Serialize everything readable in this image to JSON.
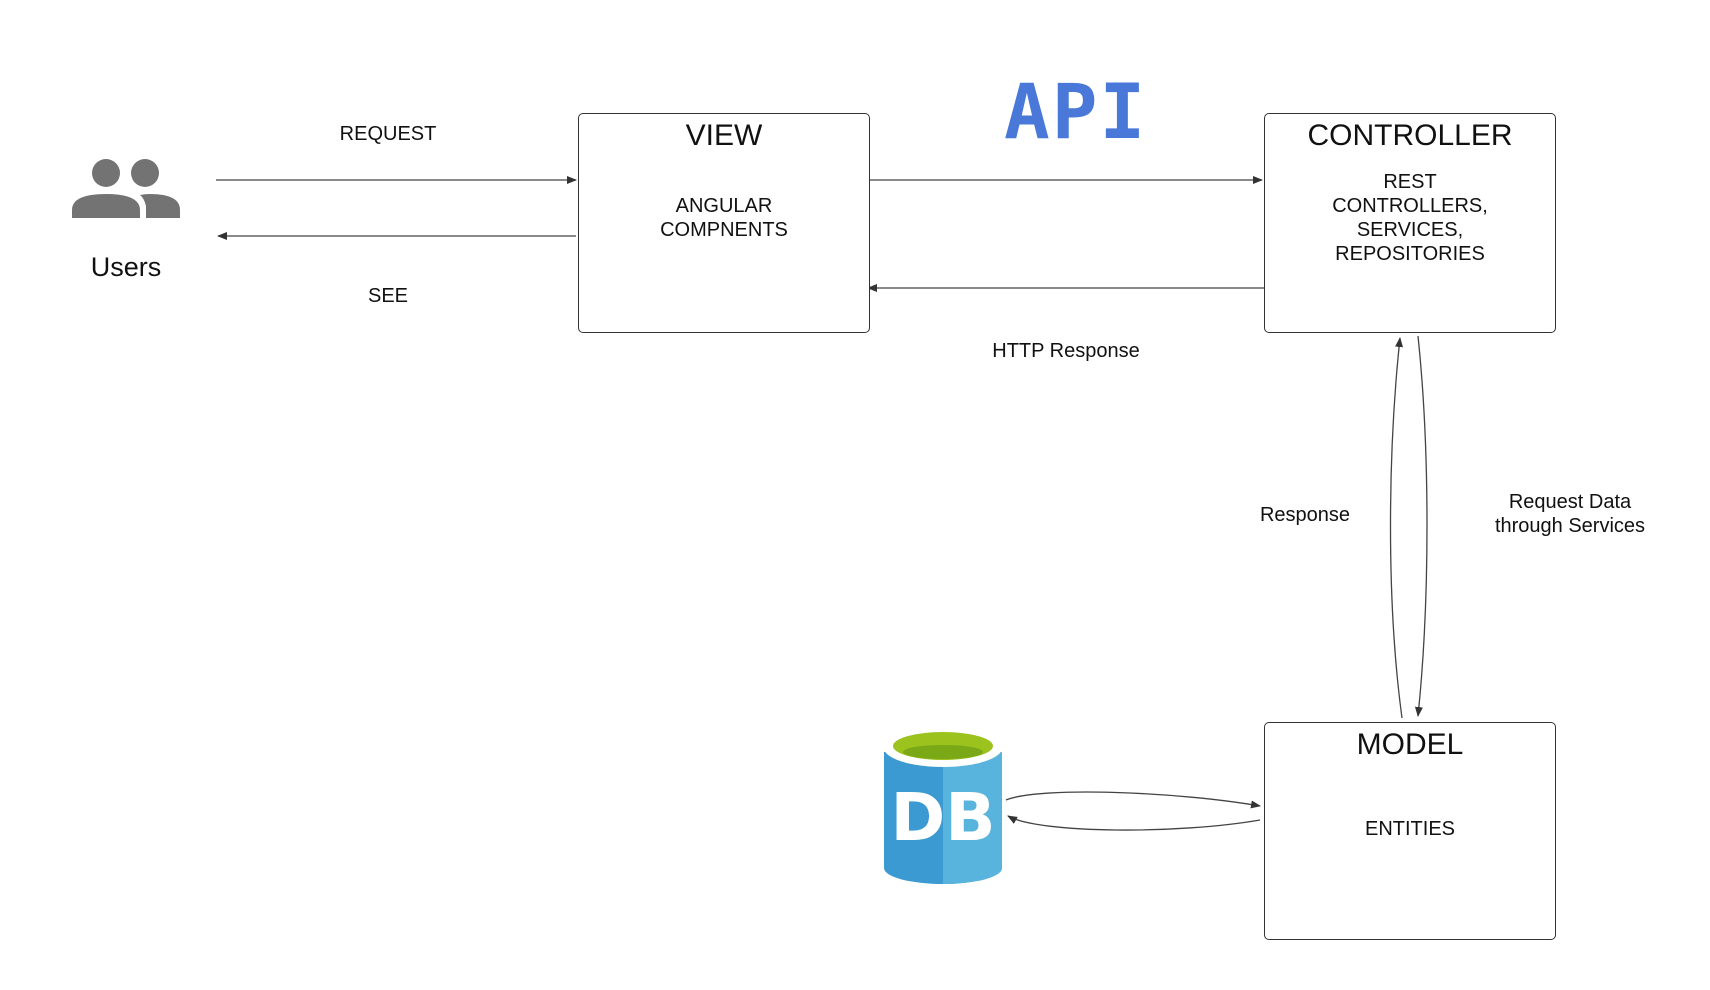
{
  "users": {
    "label": "Users",
    "icon": "users-icon",
    "icon_color": "#737373"
  },
  "arrows": {
    "request": "REQUEST",
    "see": "SEE",
    "http_response": "HTTP Response",
    "response": "Response",
    "request_data_line1": "Request Data",
    "request_data_line2": "through Services"
  },
  "api": {
    "label": "API",
    "color": "#4a78d8"
  },
  "view": {
    "title": "VIEW",
    "body_line1": "ANGULAR",
    "body_line2": "COMPNENTS"
  },
  "controller": {
    "title": "CONTROLLER",
    "body_line1": "REST",
    "body_line2": "CONTROLLERS,",
    "body_line3": "SERVICES,",
    "body_line4": "REPOSITORIES"
  },
  "model": {
    "title": "MODEL",
    "body_line1": "ENTITIES"
  },
  "database": {
    "label": "DB",
    "icon": "database-icon",
    "top_color": "#9bc21d",
    "body_color": "#3b9ad1"
  }
}
